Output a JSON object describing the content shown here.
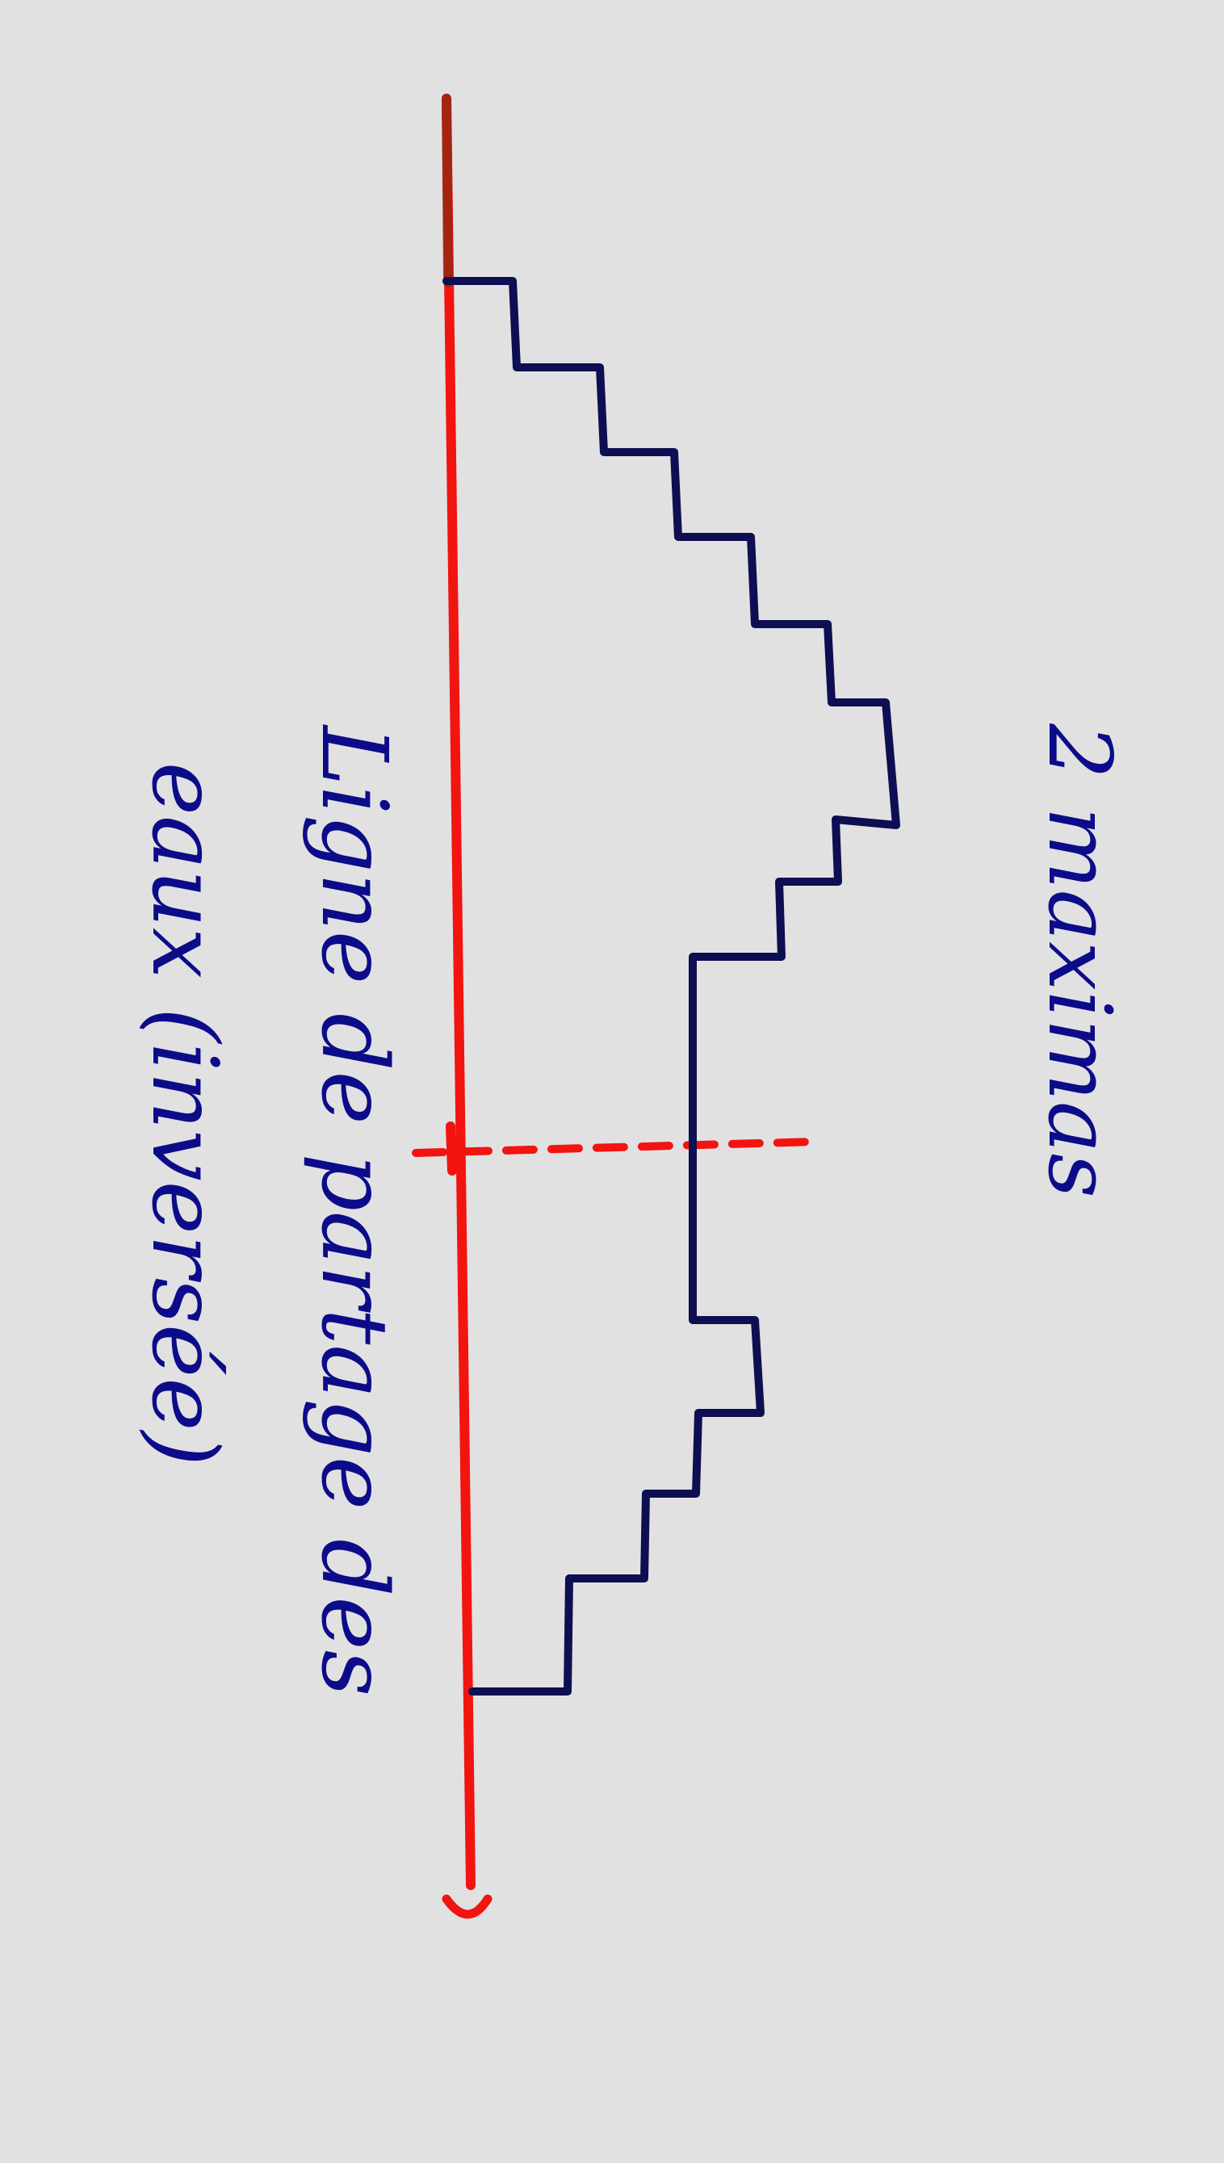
{
  "labels": {
    "maxima": "2 maximas",
    "divide_line_1": "Ligne de partage des",
    "divide_line_2": "eaux (inversée)"
  },
  "colors": {
    "background": "#e1e1e2",
    "axis": "#f2140f",
    "axis_dark_end": "#8a2a10",
    "profile": "#0e0e52",
    "text": "#0c0c8a"
  }
}
